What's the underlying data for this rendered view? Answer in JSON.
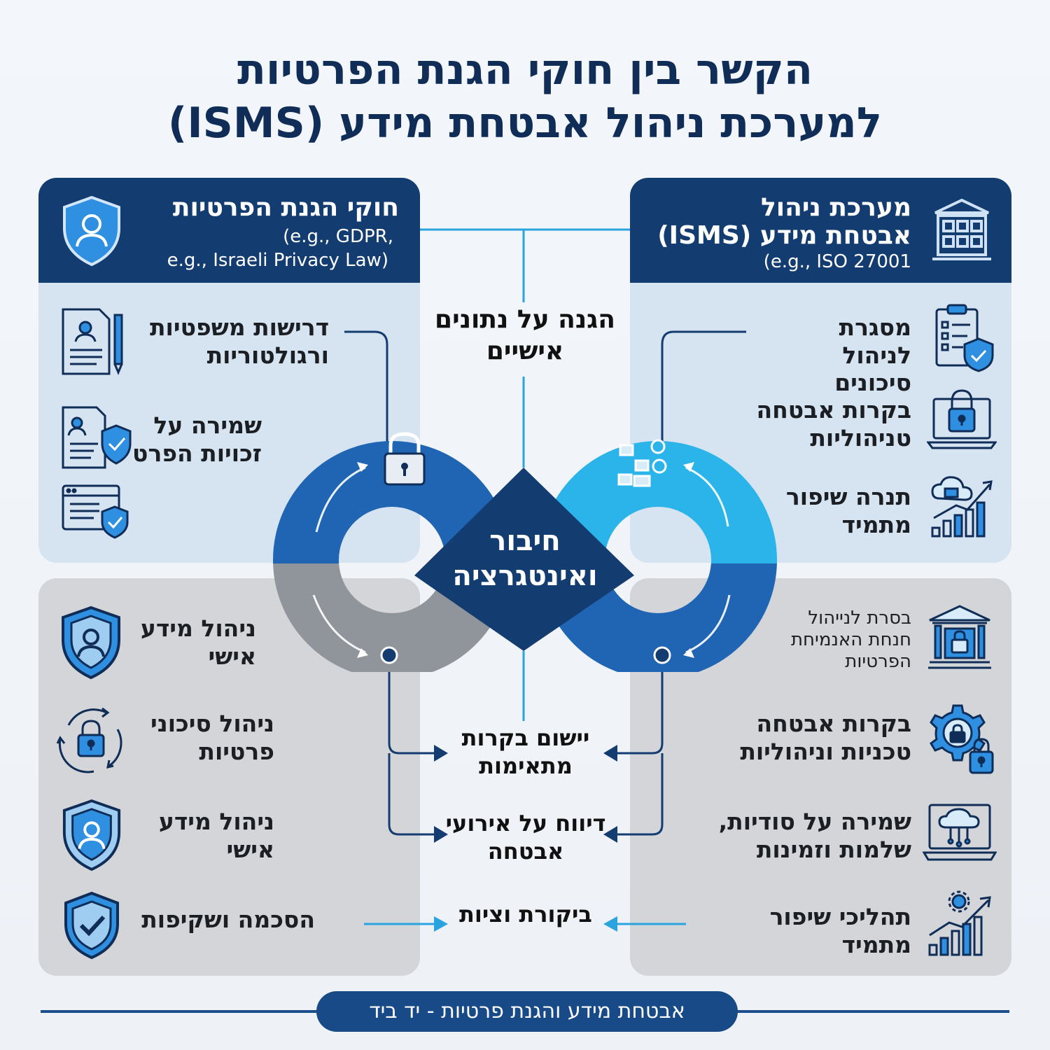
{
  "title": {
    "line1": "הקשר בין חוקי הגנת הפרטיות",
    "line2": "למערכת ניהול אבטחת מידע (ISMS)"
  },
  "privacy": {
    "title": "חוקי הגנת הפרטיות",
    "sub1": "(e.g., GDPR,",
    "sub2": "e.g., Israeli Privacy Law)",
    "items": [
      "דרישות משפטיות ורגולטוריות",
      "שמירה על זכויות הפרט"
    ],
    "lower": [
      "ניהול מידע אישי",
      "ניהול סיכוני פרטיות",
      "ניהול מידע אישי",
      "הסכמה ושקיפות"
    ]
  },
  "isms": {
    "title1": "מערכת ניהול",
    "title2": "אבטחת מידע (ISMS)",
    "sub": "(e.g., ISO 27001",
    "items": [
      "מסגרת לניהול סיכונים",
      "בקרות אבטחה טניהוליות",
      "תנרה שיפור מתמיד"
    ],
    "lower": [
      "בסרת לנייהול חנחת האנמיחת הפרטיות",
      "בקרות אבטחה טכניות וניהוליות",
      "שמירה על סודיות, שלמות וזמינות",
      "תהליכי שיפור מתמיד"
    ]
  },
  "center": {
    "top": "הגנה על נתונים אישיים",
    "hub": "חיבור ואינטגרציה",
    "items": [
      "יישום בקרות מתאימות",
      "דיווח על אירועי אבטחה",
      "ביקורת וציות"
    ]
  },
  "footer": "אבטחת מידע והגנת פרטיות - יד ביד",
  "colors": {
    "navy": "#133c70",
    "blue": "#1f6fc2",
    "light_blue": "#2bb2e8",
    "gray": "#8f959b",
    "panel_blue": "#d6e3f1",
    "panel_gray": "#d3d5d8"
  }
}
